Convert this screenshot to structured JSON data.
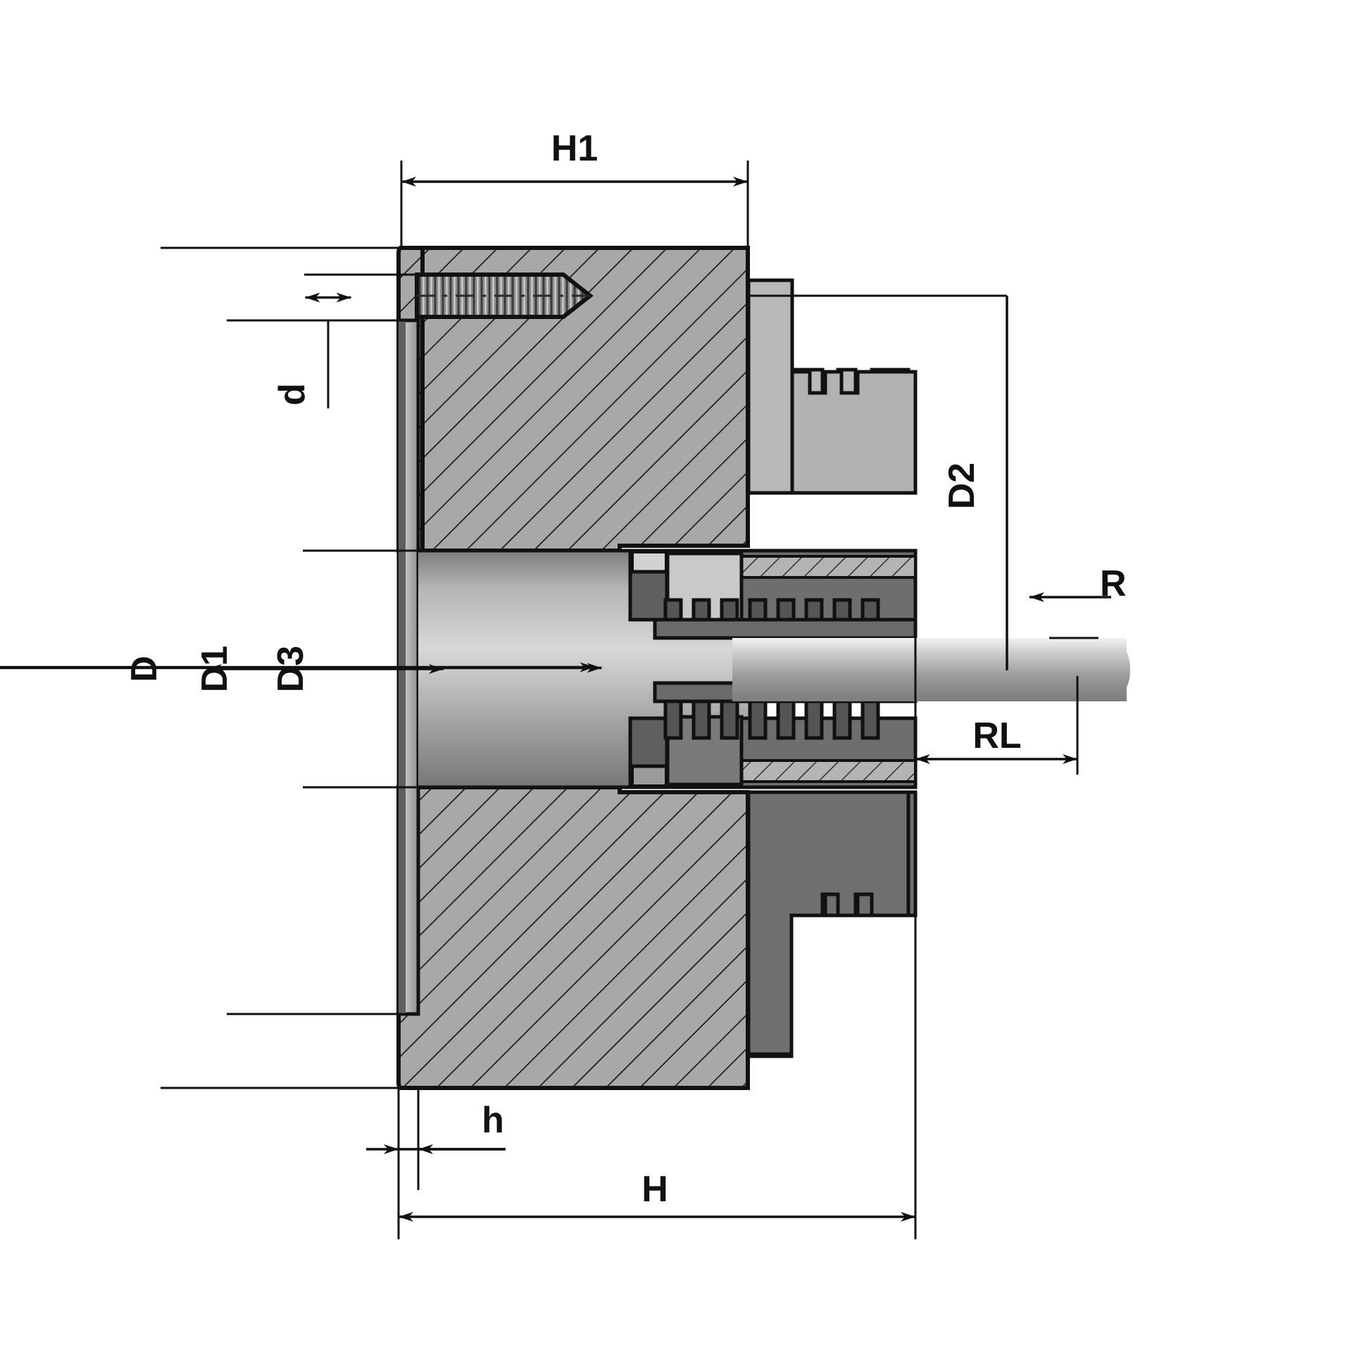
{
  "drawing": {
    "title": "Lathe chuck cross-section dimensional drawing",
    "type": "technical-section-drawing",
    "background_color": "#ffffff",
    "line_color": "#111111",
    "body_fill": "#a8a8a8",
    "jaw_fill": "#b0b0b0",
    "dark_part_fill": "#6e6e6e",
    "light_part_fill": "#c9c9c9",
    "hatch_color": "#1a1a1a"
  },
  "dimensions": {
    "H1": {
      "label": "H1",
      "orientation": "horizontal",
      "position": "top"
    },
    "d": {
      "label": "d",
      "orientation": "vertical",
      "position": "upper-left"
    },
    "D": {
      "label": "D",
      "orientation": "vertical",
      "position": "far-left"
    },
    "D1": {
      "label": "D1",
      "orientation": "vertical",
      "position": "left"
    },
    "D3": {
      "label": "D3",
      "orientation": "vertical",
      "position": "inner-left"
    },
    "D2": {
      "label": "D2",
      "orientation": "vertical",
      "position": "right"
    },
    "R": {
      "label": "R",
      "orientation": "vertical",
      "position": "far-right"
    },
    "RL": {
      "label": "RL",
      "orientation": "horizontal",
      "position": "lower-right"
    },
    "h": {
      "label": "h",
      "orientation": "horizontal",
      "position": "bottom-left"
    },
    "H": {
      "label": "H",
      "orientation": "horizontal",
      "position": "bottom"
    }
  },
  "labels": {
    "H1": "H1",
    "d": "d",
    "D": "D",
    "D1": "D1",
    "D3": "D3",
    "D2": "D2",
    "R": "R",
    "RL": "RL",
    "h": "h",
    "H": "H"
  }
}
